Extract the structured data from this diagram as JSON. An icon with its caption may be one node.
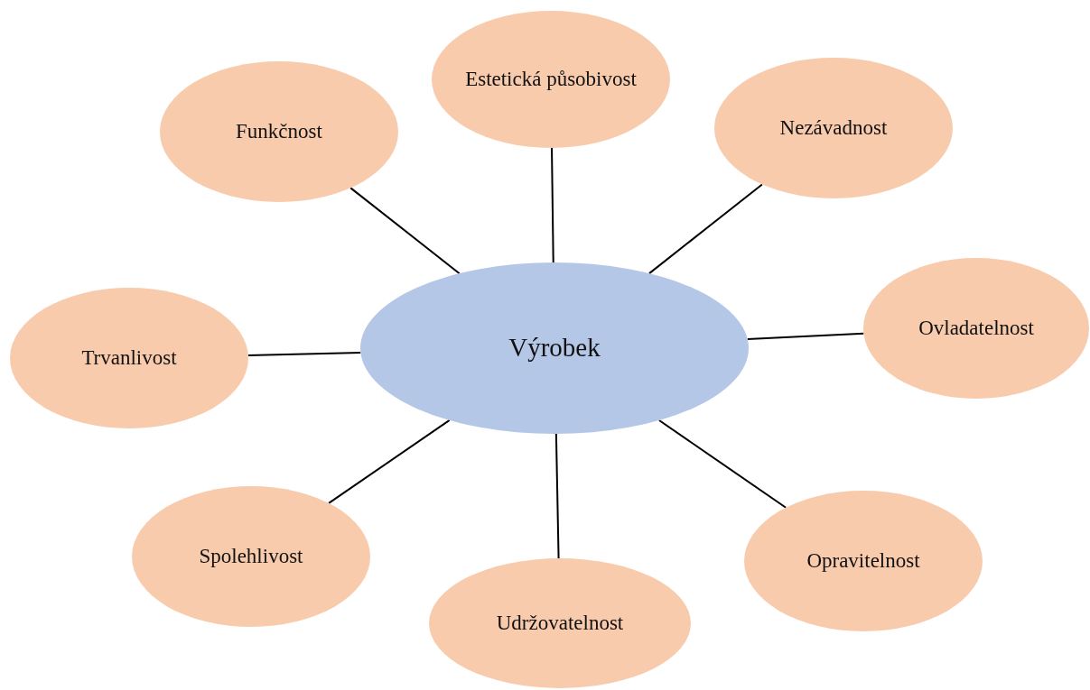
{
  "diagram": {
    "nodes": [
      {
        "text": [
          "Estetická působivost"
        ]
      },
      {
        "text": [
          "Funkčnost"
        ]
      },
      {
        "text": [
          "Nezávadnost"
        ]
      },
      {
        "text": [
          "Ovladatelnost"
        ]
      },
      {
        "text": [
          "Výrobek"
        ]
      },
      {
        "text": [
          "Trvanlivost"
        ]
      },
      {
        "text": [
          "Spolehlivost"
        ]
      },
      {
        "text": [
          "Opravitelnost"
        ]
      },
      {
        "text": [
          "Udržovatelnost"
        ]
      }
    ],
    "edges": [
      {
        "from": 4,
        "to": 0,
        "arrow": "none"
      },
      {
        "from": 4,
        "to": 1,
        "arrow": "none"
      },
      {
        "from": 4,
        "to": 2,
        "arrow": "none"
      },
      {
        "from": 4,
        "to": 3,
        "arrow": "none"
      },
      {
        "from": 4,
        "to": 5,
        "arrow": "none"
      },
      {
        "from": 4,
        "to": 6,
        "arrow": "none"
      },
      {
        "from": 4,
        "to": 7,
        "arrow": "none"
      },
      {
        "from": 4,
        "to": 8,
        "arrow": "none"
      }
    ]
  }
}
